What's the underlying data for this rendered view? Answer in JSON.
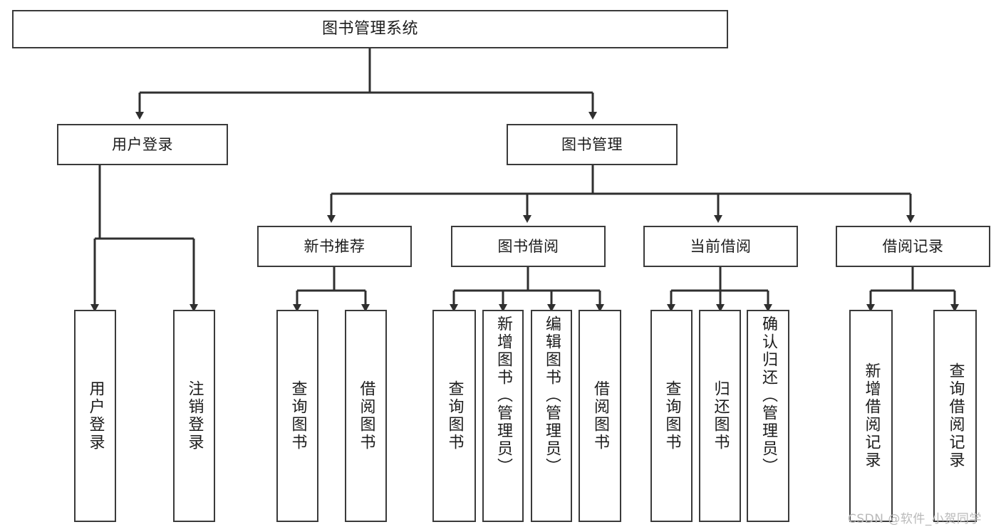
{
  "diagram": {
    "type": "tree-hierarchy",
    "title": "图书管理系统",
    "root": {
      "id": "root",
      "label": "图书管理系统"
    },
    "level2": [
      {
        "id": "user-login",
        "label": "用户登录"
      },
      {
        "id": "book-management",
        "label": "图书管理"
      }
    ],
    "level3": [
      {
        "id": "new-book-recommend",
        "label": "新书推荐",
        "parent": "book-management"
      },
      {
        "id": "book-borrow",
        "label": "图书借阅",
        "parent": "book-management"
      },
      {
        "id": "current-borrow",
        "label": "当前借阅",
        "parent": "book-management"
      },
      {
        "id": "borrow-record",
        "label": "借阅记录",
        "parent": "book-management"
      }
    ],
    "leaves": [
      {
        "id": "leaf-user-login",
        "label": "用户登录",
        "parent": "user-login"
      },
      {
        "id": "leaf-logout-login",
        "label": "注销登录",
        "parent": "user-login"
      },
      {
        "id": "leaf-query-book-1",
        "label": "查询图书",
        "parent": "new-book-recommend"
      },
      {
        "id": "leaf-borrow-book-1",
        "label": "借阅图书",
        "parent": "new-book-recommend"
      },
      {
        "id": "leaf-query-book-2",
        "label": "查询图书",
        "parent": "book-borrow"
      },
      {
        "id": "leaf-add-book",
        "label": "新增图书（管理员）",
        "parent": "book-borrow"
      },
      {
        "id": "leaf-edit-book",
        "label": "编辑图书（管理员）",
        "parent": "book-borrow"
      },
      {
        "id": "leaf-borrow-book-2",
        "label": "借阅图书",
        "parent": "book-borrow"
      },
      {
        "id": "leaf-query-book-3",
        "label": "查询图书",
        "parent": "current-borrow"
      },
      {
        "id": "leaf-return-book",
        "label": "归还图书",
        "parent": "current-borrow"
      },
      {
        "id": "leaf-confirm-return",
        "label": "确认归还（管理员）",
        "parent": "current-borrow"
      },
      {
        "id": "leaf-add-record",
        "label": "新增借阅记录",
        "parent": "borrow-record"
      },
      {
        "id": "leaf-query-record",
        "label": "查询借阅记录",
        "parent": "borrow-record"
      }
    ]
  },
  "watermark": {
    "text": "CSDN @软件_小贺同学"
  },
  "colors": {
    "background": "#ffffff",
    "box_border": "#3a3a3a",
    "box_fill": "#ffffff",
    "text": "#1c1c1c",
    "connector": "#2f2f2f",
    "watermark": "#b9b9b9"
  }
}
